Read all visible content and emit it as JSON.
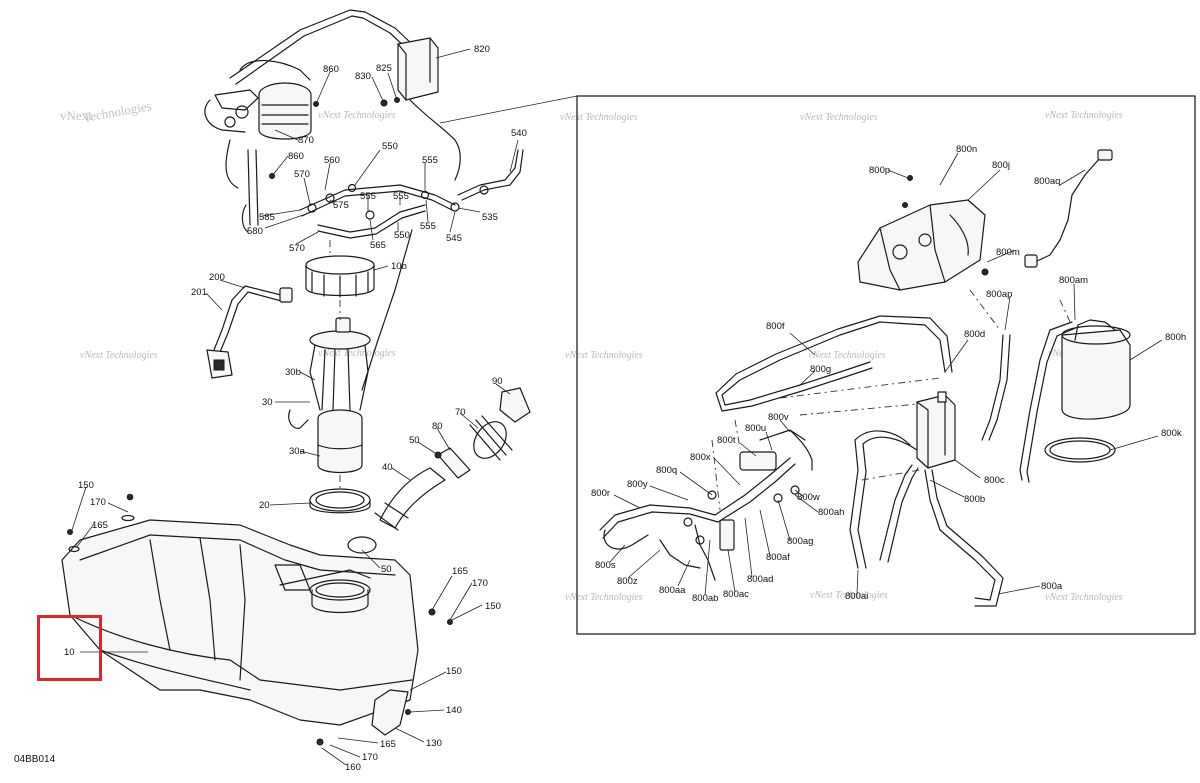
{
  "diagram": {
    "code": "04BB014",
    "watermark_line1": "vNext",
    "watermark_line2": "Technologies",
    "watermark_full": "vNext Technologies",
    "highlight_color": "#e0262c",
    "labels": {
      "820": "820",
      "860a": "860",
      "830": "830",
      "825": "825",
      "870": "870",
      "860b": "860",
      "560": "560",
      "550a": "550",
      "555a": "555",
      "540": "540",
      "570a": "570",
      "575": "575",
      "555b": "555",
      "555c": "555",
      "535": "535",
      "585": "585",
      "580": "580",
      "565": "565",
      "550b": "550",
      "545": "545",
      "570b": "570",
      "10b": "10b",
      "200": "200",
      "201": "201",
      "30b": "30b",
      "30": "30",
      "30a": "30a",
      "90": "90",
      "70": "70",
      "80": "80",
      "50a": "50",
      "40": "40",
      "20": "20",
      "50b": "50",
      "150a": "150",
      "170a": "170",
      "165a": "165",
      "10": "10",
      "165b": "165",
      "170b": "170",
      "150b": "150",
      "150c": "150",
      "140": "140",
      "130": "130",
      "165c": "165",
      "170c": "170",
      "160": "160",
      "800n": "800n",
      "800p": "800p",
      "800j": "800j",
      "800aq": "800aq",
      "800m": "800m",
      "800ap": "800ap",
      "800am": "800am",
      "800f": "800f",
      "800d": "800d",
      "800h": "800h",
      "800g": "800g",
      "800v": "800v",
      "800u": "800u",
      "800t": "800t",
      "800k": "800k",
      "800x": "800x",
      "800q": "800q",
      "800c": "800c",
      "800y": "800y",
      "800r": "800r",
      "800w": "800w",
      "800b": "800b",
      "800ah": "800ah",
      "800ag": "800ag",
      "800af": "800af",
      "800s": "800s",
      "800z": "800z",
      "800ad": "800ad",
      "800aa": "800aa",
      "800ab": "800ab",
      "800ac": "800ac",
      "800ai": "800ai",
      "800a": "800a"
    }
  }
}
